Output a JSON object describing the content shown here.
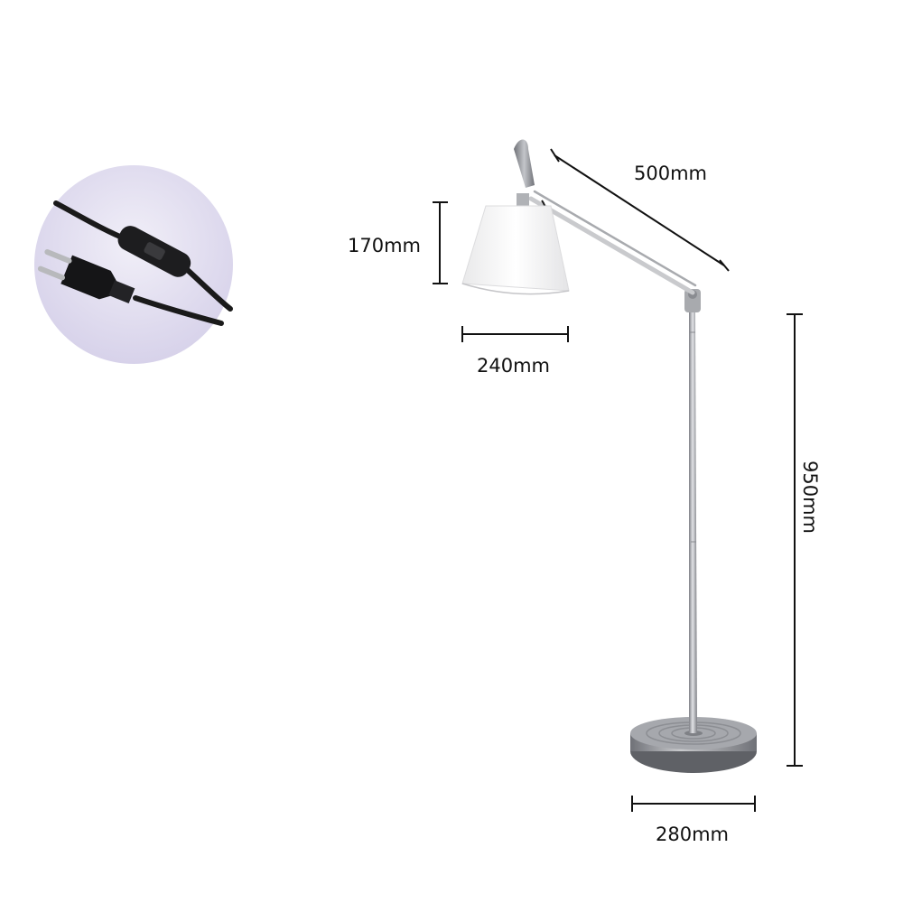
{
  "dimensions": {
    "arm_length": "500mm",
    "shade_height": "170mm",
    "shade_diameter": "240mm",
    "lamp_height": "950mm",
    "base_diameter": "280mm"
  },
  "colors": {
    "background": "#ffffff",
    "dimension_line": "#111111",
    "metal": "#9a9ca2",
    "shade": "#f4f4f4",
    "inset_background": "#ddd9ec",
    "cable": "#1a1a1a"
  },
  "icons": {
    "inset": "plug-with-switch-icon",
    "product": "floor-lamp-icon"
  }
}
